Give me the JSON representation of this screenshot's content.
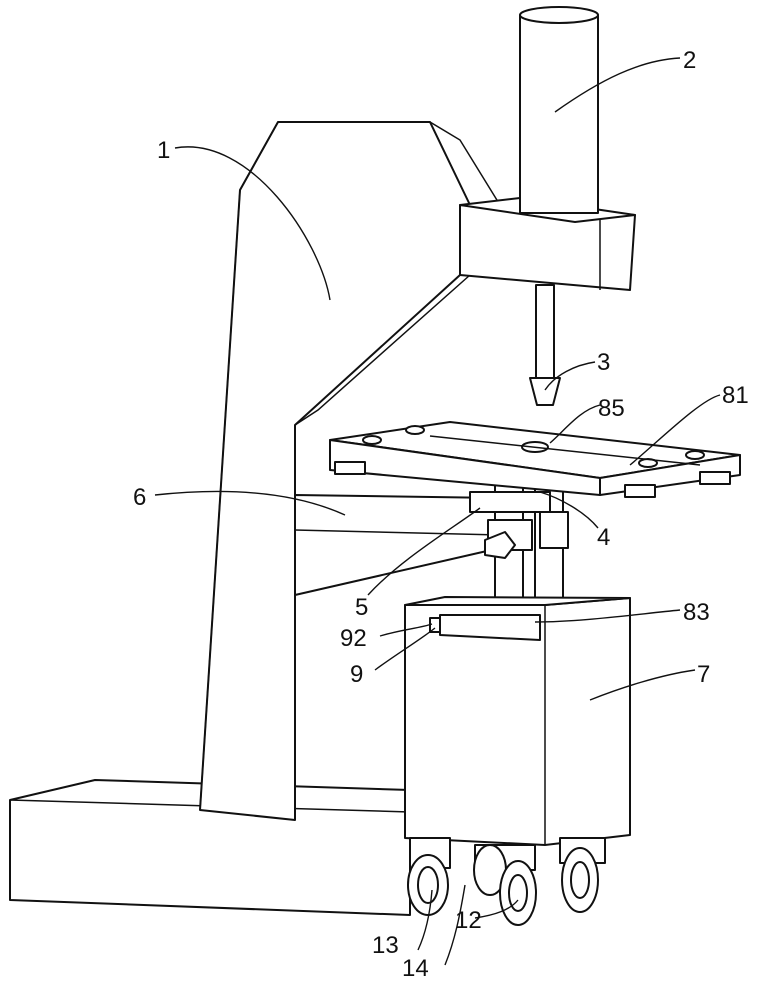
{
  "figure": {
    "labels": {
      "frame": "1",
      "cylinder": "2",
      "press_rod": "3",
      "support_column": "4",
      "clamp_bolt": "5",
      "arm": "6",
      "base_box": "7",
      "top_plate": "81",
      "plate_slot": "83",
      "plate_hole": "85",
      "side_block": "9",
      "side_pin": "92",
      "wheel_a": "12",
      "wheel_b": "13",
      "wheel_c": "14"
    }
  }
}
